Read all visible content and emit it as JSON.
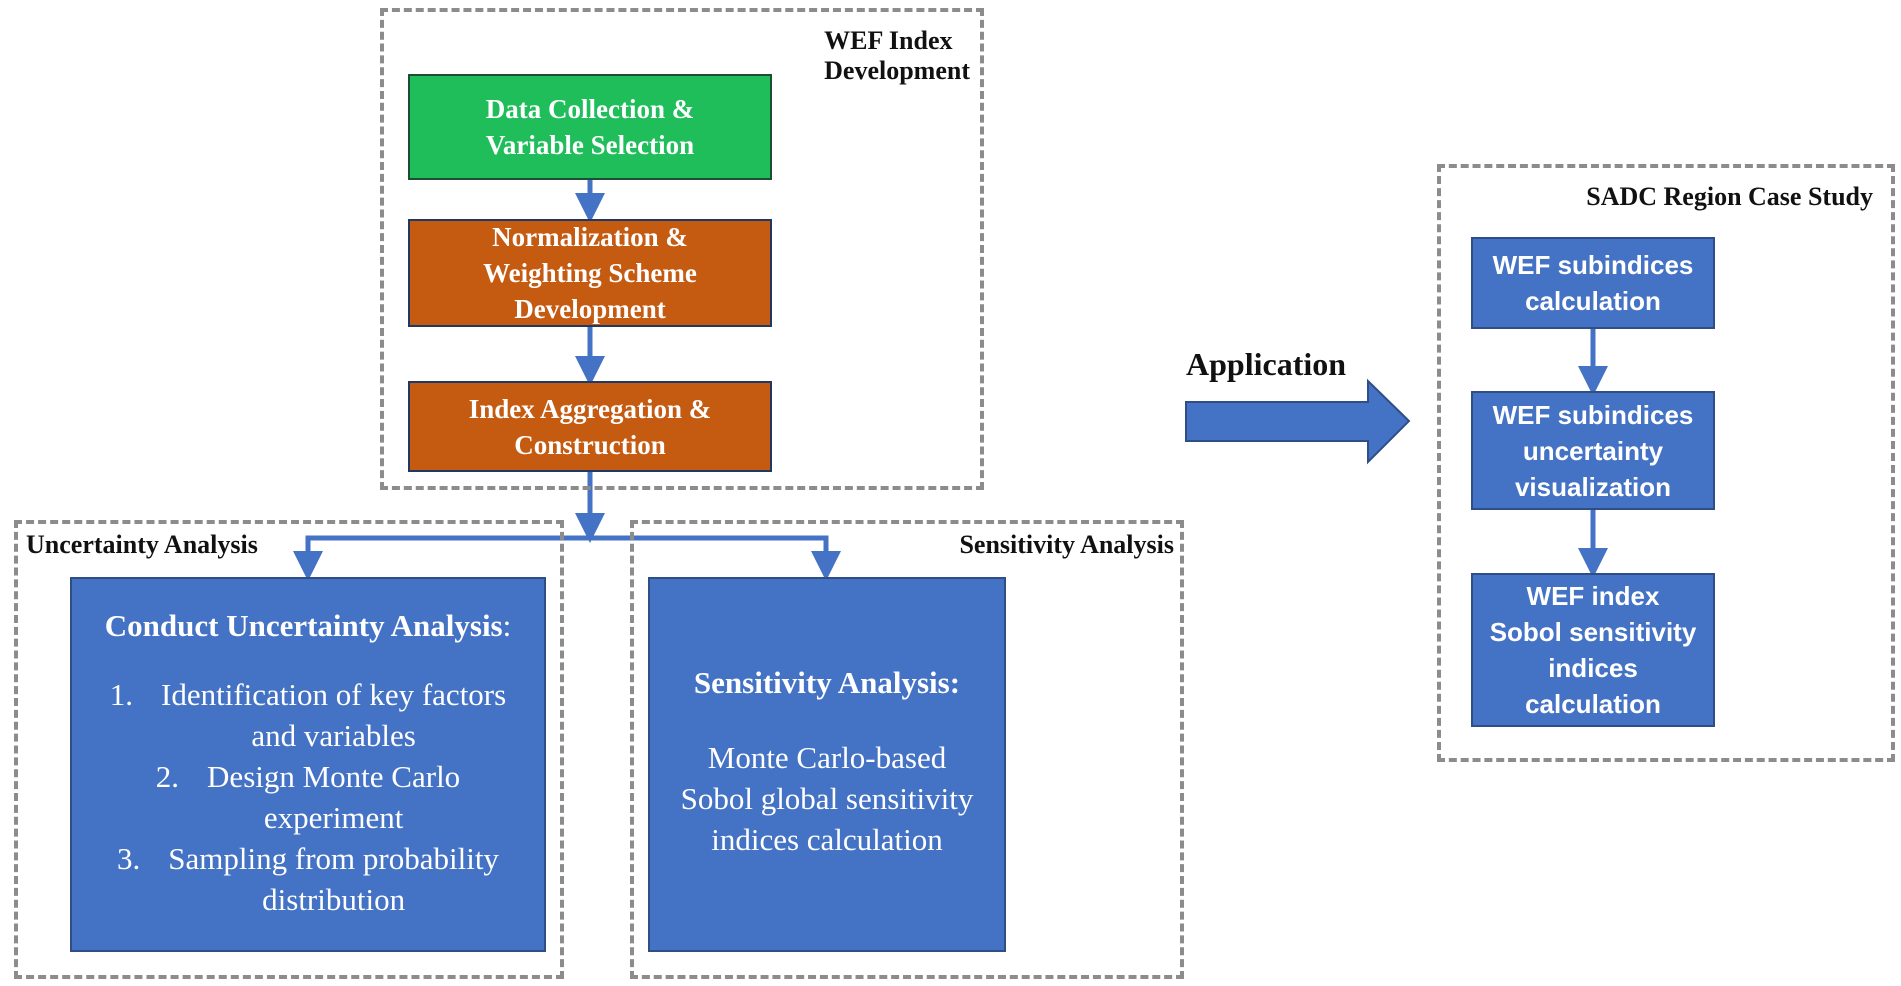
{
  "groups": {
    "wef_index": {
      "title_lines": [
        "WEF Index",
        "Development"
      ]
    },
    "uncertainty": {
      "title": "Uncertainty Analysis"
    },
    "sensitivity": {
      "title": "Sensitivity Analysis"
    },
    "sadc": {
      "title": "SADC Region Case Study"
    }
  },
  "boxes": {
    "data_collection": {
      "lines": [
        "Data Collection &",
        "Variable Selection"
      ],
      "color": "#1fbe5a"
    },
    "normalization": {
      "lines": [
        "Normalization &",
        "Weighting Scheme",
        "Development"
      ],
      "color": "#c55a11"
    },
    "aggregation": {
      "lines": [
        "Index Aggregation &",
        "Construction"
      ],
      "color": "#c55a11"
    },
    "uncertainty": {
      "title": "Conduct Uncertainty Analysis",
      "title_suffix": ":",
      "items": [
        {
          "num": "1.",
          "lines": [
            "Identification of key factors",
            "and variables"
          ]
        },
        {
          "num": "2.",
          "lines": [
            "Design Monte Carlo",
            "experiment"
          ]
        },
        {
          "num": "3.",
          "lines": [
            "Sampling from probability",
            "distribution"
          ]
        }
      ],
      "color": "#4472c4"
    },
    "sensitivity": {
      "title": "Sensitivity Analysis:",
      "lines": [
        "Monte Carlo-based",
        "Sobol global sensitivity",
        "indices calculation"
      ],
      "color": "#4472c4"
    },
    "subindices": {
      "lines": [
        "WEF subindices",
        "calculation"
      ],
      "color": "#4472c4"
    },
    "uncertainty_vis": {
      "lines": [
        "WEF subindices",
        "uncertainty",
        "visualization"
      ],
      "color": "#4472c4"
    },
    "sobol": {
      "lines": [
        "WEF index",
        "Sobol sensitivity",
        "indices",
        "calculation"
      ],
      "color": "#4472c4"
    }
  },
  "application_label": "Application",
  "colors": {
    "arrow": "#4472c4",
    "arrow_border": "#2f4e86",
    "dashed_border": "#8c8c8c"
  }
}
